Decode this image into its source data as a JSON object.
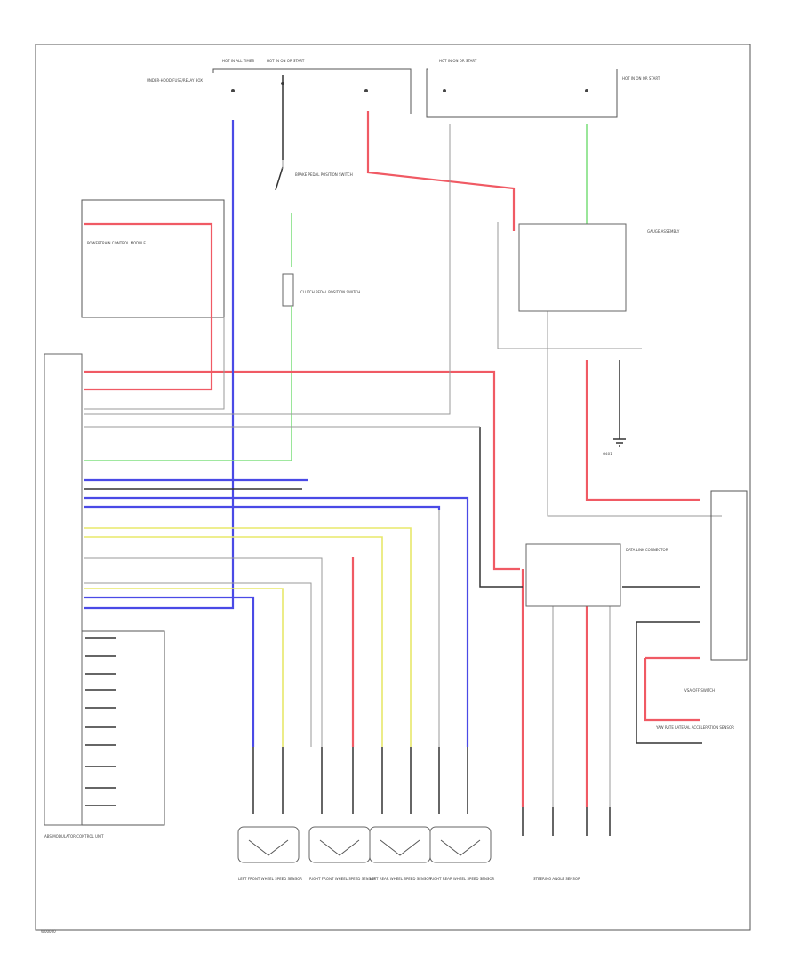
{
  "diagram": {
    "fuse_labels": {
      "f1": "HOT IN ALL TIMES",
      "f2": "HOT IN ON OR START",
      "f3": "HOT IN ON OR START",
      "f4": "HOT IN ON OR START"
    },
    "components": {
      "fuse_relay_box": "UNDER-HOOD FUSE/RELAY BOX",
      "cruise_switch": "CLUTCH PEDAL POSITION SWITCH",
      "brake_switch": "BRAKE PEDAL POSITION SWITCH",
      "ecm": "POWERTRAIN CONTROL MODULE",
      "abs_module": "ABS MODULATOR-CONTROL UNIT",
      "combination_meter": "GAUGE ASSEMBLY",
      "vsa_switch": "VSA OFF SWITCH",
      "lt_front_sensor": "LEFT FRONT WHEEL SPEED SENSOR",
      "rt_front_sensor": "RIGHT FRONT WHEEL SPEED SENSOR",
      "lt_rear_sensor": "LEFT REAR WHEEL SPEED SENSOR",
      "rt_rear_sensor": "RIGHT REAR WHEEL SPEED SENSOR",
      "dlc": "DATA LINK CONNECTOR",
      "yaw_sensor": "YAW RATE LATERAL ACCELERATION SENSOR",
      "steering_sensor": "STEERING ANGLE SENSOR",
      "ground": "G401"
    },
    "footer_code": "W00000"
  }
}
